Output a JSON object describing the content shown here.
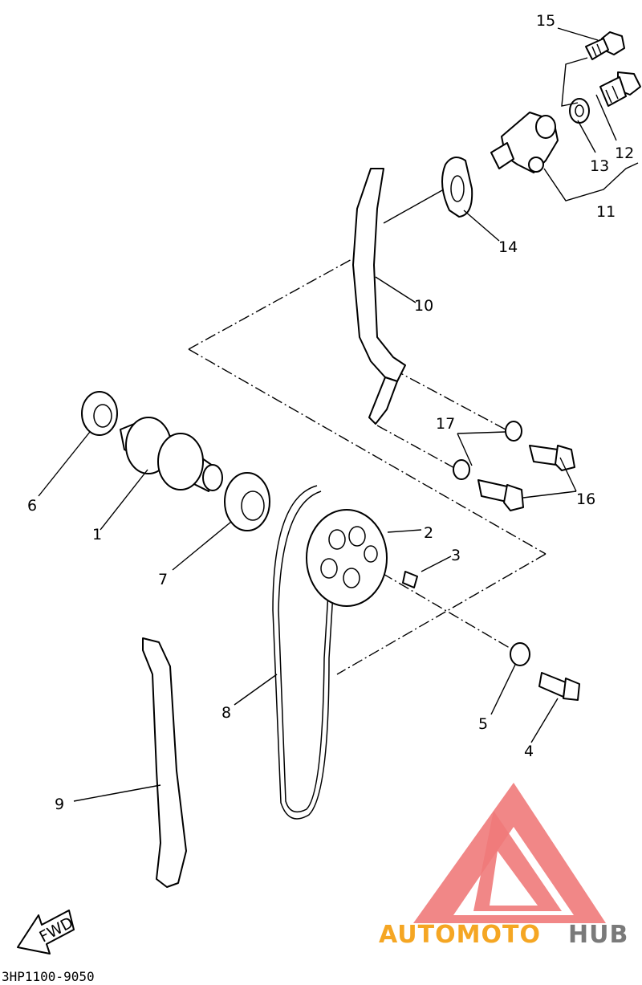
{
  "diagram": {
    "callouts": [
      "1",
      "2",
      "3",
      "4",
      "5",
      "6",
      "7",
      "8",
      "9",
      "10",
      "11",
      "12",
      "13",
      "14",
      "15",
      "16",
      "17"
    ],
    "drawing_code": "3HP1100-9050",
    "fwd_label": "FWD"
  },
  "watermark": {
    "text_orange": "AUTOMOTO",
    "text_gray": "HUB",
    "colors": {
      "triangle": "#f07a7a",
      "orange": "#f5a623",
      "gray": "#7a7a7a"
    }
  }
}
